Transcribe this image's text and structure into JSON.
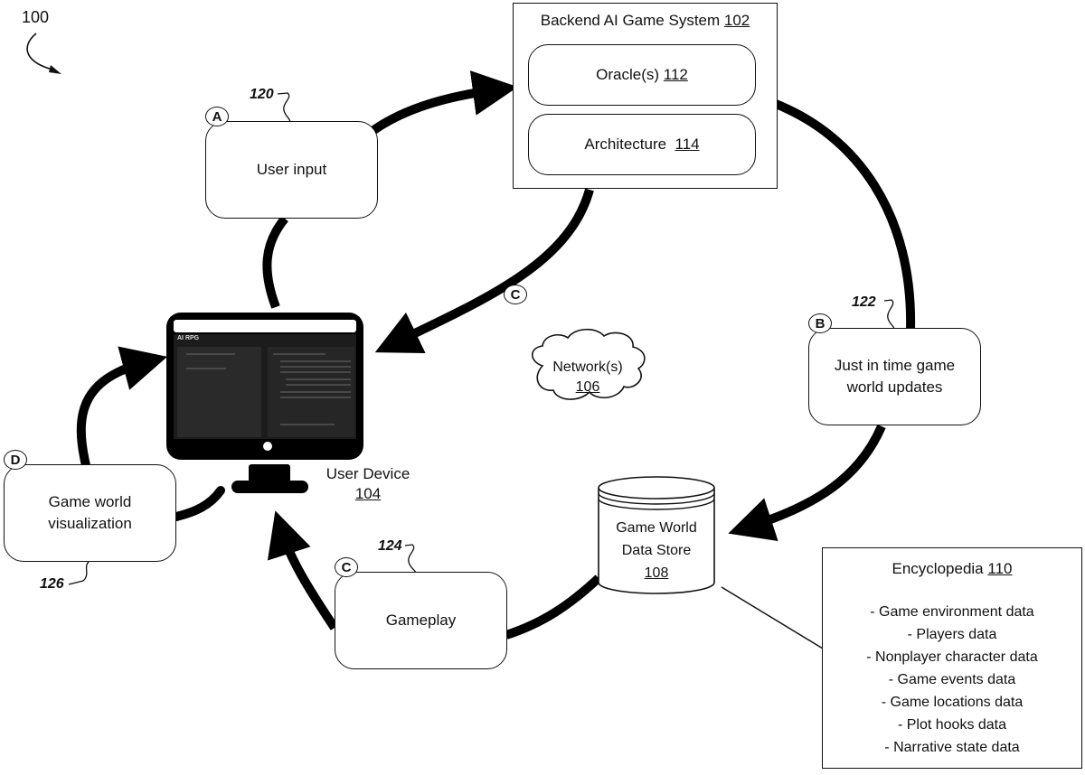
{
  "figure_ref": "100",
  "backend": {
    "title": "Backend AI Game System",
    "ref": "102",
    "components": [
      {
        "label": "Oracle(s)",
        "ref": "112"
      },
      {
        "label": "Architecture",
        "ref": "114"
      }
    ]
  },
  "user_device": {
    "label": "User Device",
    "ref": "104",
    "screen_title": "AI RPG"
  },
  "network": {
    "label": "Network(s)",
    "ref": "106"
  },
  "data_store": {
    "line1": "Game World",
    "line2": "Data Store",
    "ref": "108"
  },
  "encyclopedia": {
    "title": "Encyclopedia",
    "ref": "110",
    "items": [
      "-  Game environment data",
      "- Players data",
      "- Nonplayer character data",
      "- Game events data",
      "- Game locations data",
      "- Plot hooks data",
      "- Narrative state data"
    ]
  },
  "steps": {
    "user_input": {
      "tag": "A",
      "ref": "120",
      "label": "User input"
    },
    "jit_updates": {
      "tag": "B",
      "ref": "122",
      "line1": "Just in time game",
      "line2": "world updates"
    },
    "gameplay": {
      "tag": "C",
      "ref": "124",
      "label": "Gameplay"
    },
    "visualization": {
      "tag": "D",
      "ref": "126",
      "line1": "Game world",
      "line2": "visualization"
    },
    "return_arrow_tag": "C"
  }
}
